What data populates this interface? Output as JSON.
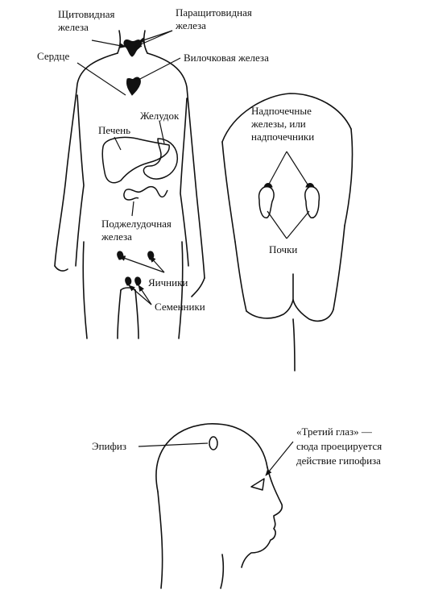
{
  "figure": {
    "labels": {
      "thyroid_line1": "Щитовидная",
      "thyroid_line2": "железа",
      "parathyroid_line1": "Паращитовидная",
      "parathyroid_line2": "железа",
      "heart": "Сердце",
      "thymus": "Вилочковая железа",
      "stomach": "Желудок",
      "liver": "Печень",
      "pancreas_line1": "Поджелудочная",
      "pancreas_line2": "железа",
      "ovaries": "Яичники",
      "testes": "Семенники",
      "adrenal_line1": "Надпочечные",
      "adrenal_line2": "железы, или",
      "adrenal_line3": "надпочечники",
      "kidneys": "Почки",
      "pineal": "Эпифиз",
      "third_eye_line1": "«Третий глаз» —",
      "third_eye_line2": "сюда проецируется",
      "third_eye_line3": "действие гипофиза"
    },
    "colors": {
      "ink": "#111111",
      "background": "#ffffff"
    }
  }
}
